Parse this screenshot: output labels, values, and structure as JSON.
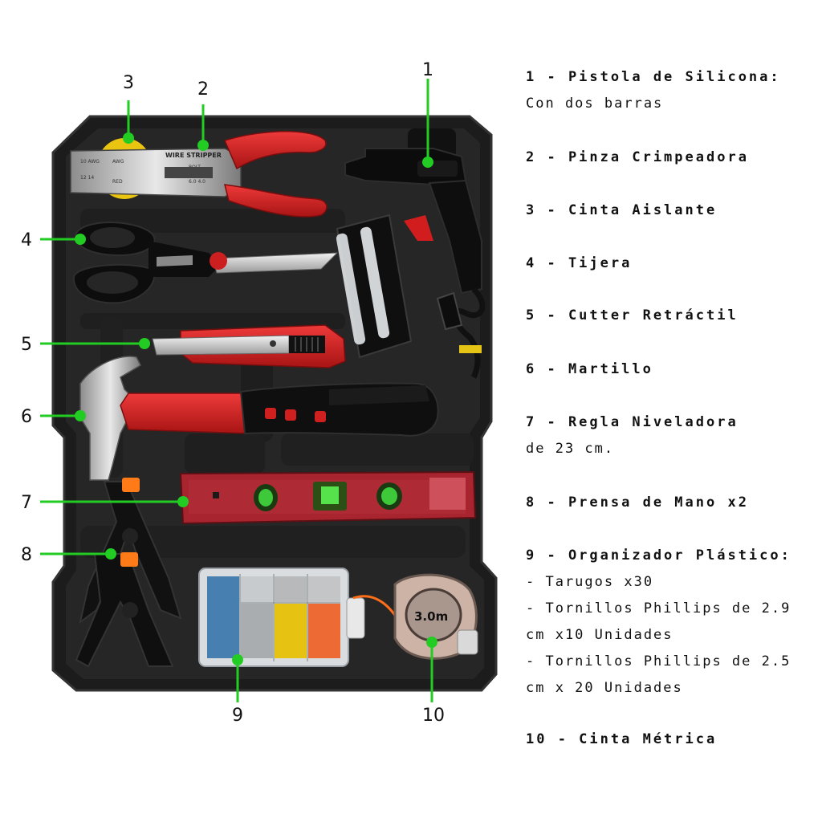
{
  "colors": {
    "callout": "#22cc22",
    "tray": "#1e1e1e",
    "tray_inner": "#2a2a2a",
    "handle_red": "#d01f1f",
    "text": "#111111"
  },
  "tape_label": "3.0m",
  "stripper_label": "WIRE STRIPPER",
  "callouts": [
    {
      "num": "1"
    },
    {
      "num": "2"
    },
    {
      "num": "3"
    },
    {
      "num": "4"
    },
    {
      "num": "5"
    },
    {
      "num": "6"
    },
    {
      "num": "7"
    },
    {
      "num": "8"
    },
    {
      "num": "9"
    },
    {
      "num": "10"
    }
  ],
  "legend": [
    {
      "title": "1 - Pistola de Silicona:",
      "lines": [
        "Con dos barras"
      ]
    },
    {
      "title": "2 - Pinza Crimpeadora",
      "lines": []
    },
    {
      "title": "3 - Cinta Aislante",
      "lines": []
    },
    {
      "title": "4 - Tijera",
      "lines": []
    },
    {
      "title": "5 - Cutter Retráctil",
      "lines": []
    },
    {
      "title": "6 - Martillo",
      "lines": []
    },
    {
      "title": "7 - Regla Niveladora",
      "lines": [
        "de 23 cm."
      ]
    },
    {
      "title": "8 - Prensa de Mano x2",
      "lines": []
    },
    {
      "title": "9 - Organizador Plástico:",
      "lines": [
        "- Tarugos x30",
        "- Tornillos Phillips de 2.9",
        "cm x10 Unidades",
        "- Tornillos Phillips de 2.5",
        "cm x 20 Unidades"
      ]
    },
    {
      "title": "10 - Cinta Métrica",
      "lines": []
    }
  ]
}
